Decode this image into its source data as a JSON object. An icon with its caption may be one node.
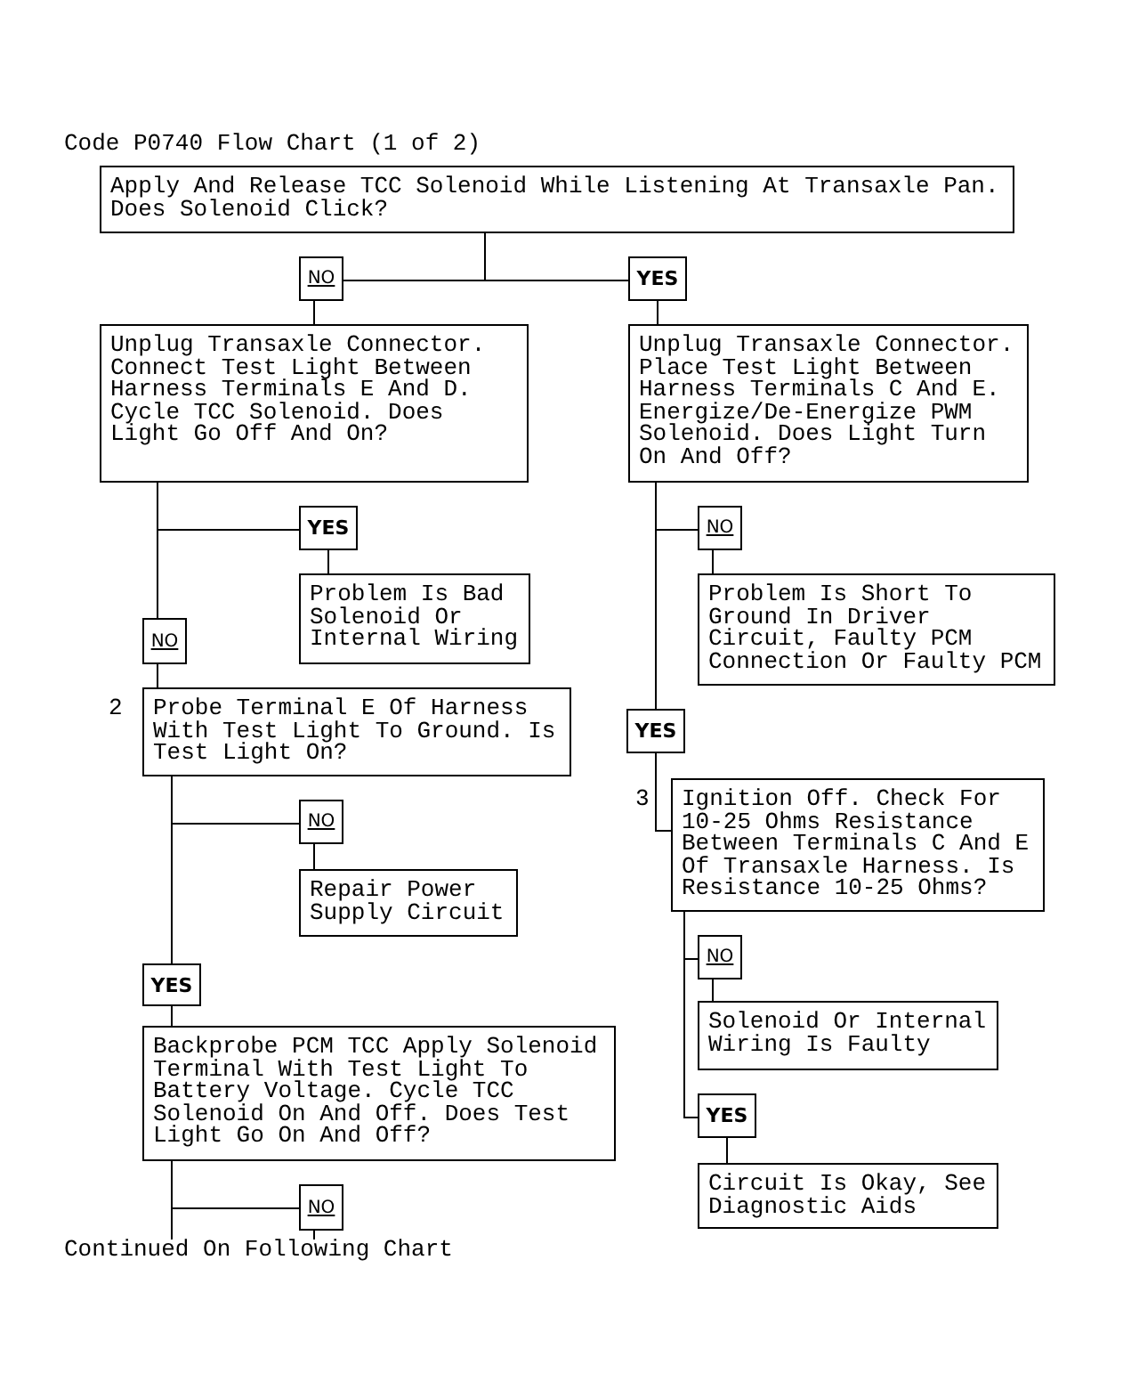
{
  "diagram": {
    "title": "Code P0740 Flow Chart (1 of 2)",
    "nodes": [
      {
        "text": [
          "Apply And Release TCC Solenoid While Listening At Transaxle Pan. Does Solenoid Click?"
        ]
      },
      {
        "text": [
          "NO"
        ]
      },
      {
        "text": [
          "YES"
        ]
      },
      {
        "text": [
          "Unplug Transaxle Connector. Connect Test Light Between Harness Terminals E And D. Cycle TCC Solenoid. Does Light Go Off And On?"
        ]
      },
      {
        "text": [
          "Unplug Transaxle Connector. Place Test Light Between Harness Terminals C And E. Energize/De-Energize PWM Solenoid. Does Light Turn On And Off?"
        ]
      },
      {
        "text": [
          "YES"
        ]
      },
      {
        "text": [
          "NO"
        ]
      },
      {
        "text": [
          "Problem Is Bad Solenoid Or Internal Wiring"
        ]
      },
      {
        "text": [
          "Problem Is Short To Ground In Driver Circuit, Faulty PCM Connection Or Faulty PCM"
        ]
      },
      {
        "text": [
          "NO"
        ]
      },
      {
        "text": [
          "YES"
        ]
      },
      {
        "text": [
          "Probe Terminal E Of Harness With Test Light To Ground. Is Test Light On?"
        ],
        "beside": [
          "2"
        ]
      },
      {
        "text": [
          "Ignition Off. Check For 10-25 Ohms Resistance Between Terminals C And E Of Transaxle Harness. Is Resistance 10-25 Ohms?"
        ],
        "beside": [
          "3"
        ]
      },
      {
        "text": [
          "NO"
        ]
      },
      {
        "text": [
          "NO"
        ]
      },
      {
        "text": [
          "Repair Power Supply Circuit"
        ]
      },
      {
        "text": [
          "Solenoid Or Internal Wiring Is Faulty"
        ]
      },
      {
        "text": [
          "YES"
        ]
      },
      {
        "text": [
          "YES"
        ]
      },
      {
        "text": [
          "Backprobe PCM TCC Apply Solenoid Terminal With Test Light To Battery Voltage. Cycle TCC Solenoid On And Off. Does Test Light Go On And Off?"
        ]
      },
      {
        "text": [
          "Circuit Is Okay, See Diagnostic Aids"
        ]
      },
      {
        "text": [
          "NO"
        ]
      },
      {
        "text": [
          "Continued On Following Chart"
        ]
      }
    ],
    "edges": [
      {
        "from": 0,
        "to": 1,
        "arrow": "none"
      },
      {
        "from": 0,
        "to": 2,
        "arrow": "none"
      },
      {
        "from": 1,
        "to": 3,
        "arrow": "none"
      },
      {
        "from": 2,
        "to": 4,
        "arrow": "none"
      },
      {
        "from": 3,
        "to": 5,
        "arrow": "none"
      },
      {
        "from": 3,
        "to": 9,
        "arrow": "none"
      },
      {
        "from": 4,
        "to": 6,
        "arrow": "none"
      },
      {
        "from": 4,
        "to": 10,
        "arrow": "none"
      },
      {
        "from": 5,
        "to": 7,
        "arrow": "none"
      },
      {
        "from": 6,
        "to": 8,
        "arrow": "none"
      },
      {
        "from": 9,
        "to": 11,
        "arrow": "none"
      },
      {
        "from": 10,
        "to": 12,
        "arrow": "none"
      },
      {
        "from": 11,
        "to": 13,
        "arrow": "none"
      },
      {
        "from": 11,
        "to": 17,
        "arrow": "none"
      },
      {
        "from": 12,
        "to": 14,
        "arrow": "none"
      },
      {
        "from": 12,
        "to": 18,
        "arrow": "none"
      },
      {
        "from": 13,
        "to": 15,
        "arrow": "none"
      },
      {
        "from": 14,
        "to": 16,
        "arrow": "none"
      },
      {
        "from": 17,
        "to": 19,
        "arrow": "none"
      },
      {
        "from": 18,
        "to": 20,
        "arrow": "none"
      },
      {
        "from": 19,
        "to": 21,
        "arrow": "none"
      },
      {
        "from": 19,
        "to": 22,
        "arrow": "none"
      },
      {
        "from": 21,
        "to": 22,
        "arrow": "none"
      }
    ]
  }
}
